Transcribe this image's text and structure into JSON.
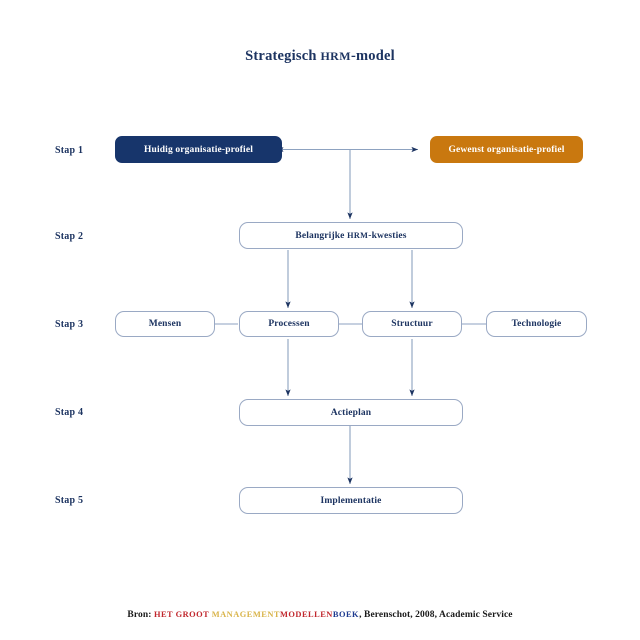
{
  "title": {
    "prefix": "Strategisch ",
    "acronym": "HRM",
    "suffix": "-model",
    "full": "Strategisch HRM-model"
  },
  "colors": {
    "navy_fill": "#17356b",
    "orange_fill": "#c9780f",
    "box_border": "#9aa9c4",
    "text_navy": "#1d3461",
    "connector": "#8da2c0",
    "arrowhead": "#1d3461",
    "logo_red": "#c1272d",
    "logo_gold": "#d9b44a",
    "logo_blue": "#1d3a8f"
  },
  "steps": [
    {
      "label": "Stap 1"
    },
    {
      "label": "Stap 2"
    },
    {
      "label": "Stap 3"
    },
    {
      "label": "Stap 4"
    },
    {
      "label": "Stap 5"
    }
  ],
  "nodes": {
    "huidig_profiel": {
      "label": "Huidig organisatie-profiel",
      "style": "filled-navy"
    },
    "gewenst_profiel": {
      "label": "Gewenst organisatie-profiel",
      "style": "filled-orange"
    },
    "hrm_kwesties": {
      "label_prefix": "Belangrijke ",
      "label_acronym": "HRM",
      "label_suffix": "-kwesties",
      "label": "Belangrijke HRM-kwesties",
      "style": "outline"
    },
    "mensen": {
      "label": "Mensen",
      "style": "outline"
    },
    "processen": {
      "label": "Processen",
      "style": "outline"
    },
    "structuur": {
      "label": "Structuur",
      "style": "outline"
    },
    "technologie": {
      "label": "Technologie",
      "style": "outline"
    },
    "actieplan": {
      "label": "Actieplan",
      "style": "outline"
    },
    "implementatie": {
      "label": "Implementatie",
      "style": "outline"
    }
  },
  "footer": {
    "bron": "Bron: ",
    "logo_part_1": "HET GROOT ",
    "logo_part_2": "MANAGEMENT",
    "logo_part_3": "MODELLEN",
    "logo_part_4": "BOEK",
    "tail": ", Berenschot, 2008, Academic Service",
    "full": "Bron: HET GROOT MANAGEMENTMODELLENBOEK, Berenschot, 2008, Academic Service"
  },
  "diagram_data": {
    "type": "flowchart",
    "orientation": "top-to-bottom",
    "levels": [
      {
        "step": "Stap 1",
        "nodes": [
          "Huidig organisatie-profiel",
          "Gewenst organisatie-profiel"
        ]
      },
      {
        "step": "Stap 2",
        "nodes": [
          "Belangrijke HRM-kwesties"
        ]
      },
      {
        "step": "Stap 3",
        "nodes": [
          "Mensen",
          "Processen",
          "Structuur",
          "Technologie"
        ]
      },
      {
        "step": "Stap 4",
        "nodes": [
          "Actieplan"
        ]
      },
      {
        "step": "Stap 5",
        "nodes": [
          "Implementatie"
        ]
      }
    ],
    "edges": [
      {
        "from": "Huidig organisatie-profiel",
        "to": "Gewenst organisatie-profiel",
        "kind": "double-arrow-horizontal"
      },
      {
        "from": "Stap 1 midpoint",
        "to": "Belangrijke HRM-kwesties",
        "kind": "arrow-down"
      },
      {
        "from": "Belangrijke HRM-kwesties",
        "to": "Processen",
        "kind": "arrow-down"
      },
      {
        "from": "Belangrijke HRM-kwesties",
        "to": "Structuur",
        "kind": "arrow-down"
      },
      {
        "from": "Mensen",
        "to": "Processen",
        "kind": "line-horizontal"
      },
      {
        "from": "Processen",
        "to": "Structuur",
        "kind": "line-horizontal"
      },
      {
        "from": "Structuur",
        "to": "Technologie",
        "kind": "line-horizontal"
      },
      {
        "from": "Processen",
        "to": "Actieplan",
        "kind": "arrow-down"
      },
      {
        "from": "Structuur",
        "to": "Actieplan",
        "kind": "arrow-down"
      },
      {
        "from": "Actieplan",
        "to": "Implementatie",
        "kind": "arrow-down"
      }
    ]
  }
}
